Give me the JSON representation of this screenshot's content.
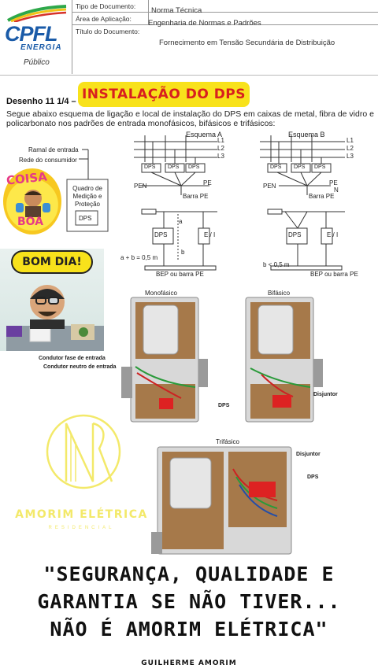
{
  "header": {
    "logo_brand": "CPFL",
    "logo_sub": "ENERGIA",
    "classification": "Público",
    "rows": [
      {
        "label": "Tipo de Documento:",
        "value": "Norma Técnica"
      },
      {
        "label": "Área de Aplicação:",
        "value": "Engenharia de Normas e Padrões"
      },
      {
        "label": "Título do Documento:",
        "value": "Fornecimento em Tensão Secundária de Distribuição"
      }
    ]
  },
  "drawing": {
    "label": "Desenho 11 1/4 –",
    "banner": "INSTALAÇÃO DO DPS",
    "intro": "Segue abaixo esquema de ligação e local de instalação do DPS em caixas de metal, fibra de vidro e policarbonato nos padrões de entrada monofásicos, bifásicos e trifásicos:"
  },
  "left_diagram": {
    "ramal": "Ramal de entrada",
    "rede": "Rede do consumidor",
    "quadro": [
      "Quadro de",
      "Medição e",
      "Proteção"
    ],
    "dps": "DPS"
  },
  "esquema_a": {
    "title": "Esquema A",
    "lines": [
      "L1",
      "L2",
      "L3"
    ],
    "dps": [
      "DPS",
      "DPS",
      "DPS"
    ],
    "pen": "PEN",
    "pe": "PE",
    "barra": "Barra PE",
    "dps_lower": "DPS",
    "ei": "E / I",
    "a": "a",
    "b": "b",
    "formula": "a + b = 0,5 m",
    "bep": "BEP ou barra PE"
  },
  "esquema_b": {
    "title": "Esquema B",
    "lines": [
      "L1",
      "L2",
      "L3"
    ],
    "dps": [
      "DPS",
      "DPS",
      "DPS"
    ],
    "pen": "PEN",
    "pe": "PE",
    "n": "N",
    "barra": "Barra PE",
    "dps_lower": "DPS",
    "ei": "E / I",
    "formula": "b < 0,5 m",
    "bep": "BEP ou barra PE"
  },
  "photos": {
    "mono": "Monofásico",
    "bi": "Bifásico",
    "tri": "Trifásico",
    "fase": "Condutor fase de entrada",
    "neutro": "Condutor neutro de entrada",
    "dps": "DPS",
    "disjuntor": "Disjuntor",
    "dps_tri": "DPS",
    "disjuntor_tri": "Disjuntor"
  },
  "stickers": {
    "coisa_top": "COISA",
    "coisa_bottom": "BOA",
    "bom_dia": "BOM DIA!"
  },
  "brand": {
    "name": "AMORIM ELÉTRICA",
    "sub": "RESIDENCIAL"
  },
  "slogan": {
    "line1": "\"SEGURANÇA, QUALIDADE E",
    "line2": "GARANTIA SE NÃO TIVER...",
    "line3": "NÃO É AMORIM ELÉTRICA\""
  },
  "author": "GUILHERME AMORIM",
  "colors": {
    "cpfl_blue": "#1a5ba8",
    "banner_yellow": "#f8e21b",
    "banner_red": "#d81f1f",
    "brand_yellow": "#f3e96a"
  }
}
